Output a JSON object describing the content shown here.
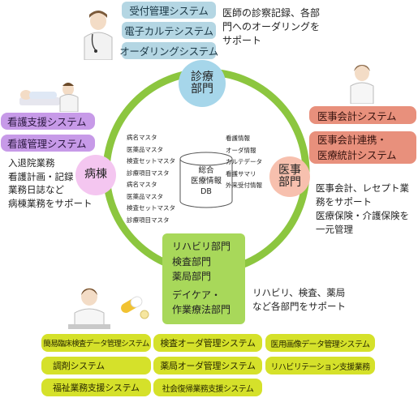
{
  "top_systems": [
    "受付管理システム",
    "電子カルテシステム",
    "オーダリングシステム"
  ],
  "top_desc": [
    "医師の診察記録、各部",
    "門へのオーダリングを",
    "サポート"
  ],
  "nodes": {
    "shinryo": [
      "診療",
      "部門"
    ],
    "byoto": "病棟",
    "iji": [
      "医事",
      "部門"
    ]
  },
  "center": [
    "総合",
    "医療情報",
    "DB"
  ],
  "left_systems": [
    "看護支援システム",
    "看護管理システム"
  ],
  "left_desc": [
    "入退院業務",
    "看護計画・記録",
    "業務日誌など",
    "病棟業務をサポート"
  ],
  "right_systems": [
    "医事会計システム",
    "医事会計連携・",
    "医療統計システム"
  ],
  "right_desc": [
    "医事会計、レセプト業",
    "務をサポート",
    "医療保険・介護保険を",
    "一元管理"
  ],
  "center_left_labels": [
    "病名マスタ",
    "医薬品マスタ",
    "検査セットマスタ",
    "診療項目マスタ",
    "病名マスタ",
    "医薬品マスタ",
    "検査セットマスタ",
    "診療項目マスタ"
  ],
  "center_right_labels": [
    "看護情報",
    "オーダ情報",
    "カルテデータ",
    "看護サマリ",
    "外来受付情報"
  ],
  "bottom_box": [
    "リハビリ部門",
    "検査部門",
    "薬局部門",
    "デイケア・",
    "作業療法部門"
  ],
  "bottom_desc": [
    "リハビリ、検査、薬局",
    "など各部門をサポート"
  ],
  "bottom_systems": [
    [
      "簡易臨床検査データ管理システム",
      "検査オーダ管理システム",
      "医用画像データ管理システム"
    ],
    [
      "調剤システム",
      "薬局オーダ管理システム",
      "リハビリテーション支援業務"
    ],
    [
      "福祉業務支援システム",
      "社会復帰業務支援システム"
    ]
  ],
  "colors": {
    "ring": "#8cc63f",
    "shinryo_node": "#a6d6ea",
    "byoto_node": "#f4c6f0",
    "iji_node": "#f7c0ae",
    "bottom_box": "#a8d85a",
    "blue_pill": "#b4d6e3",
    "purple_pill": "#c79ae8",
    "salmon_pill": "#e8907c",
    "lime_pill": "#d5e12a"
  }
}
